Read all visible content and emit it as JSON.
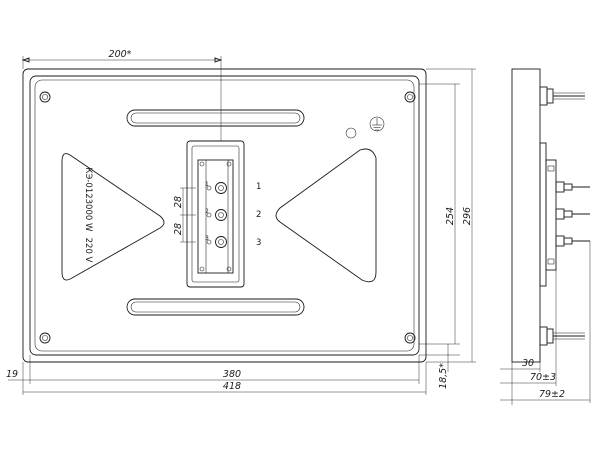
{
  "dimensions": {
    "top_offset": "200*",
    "plate_height_inner": "254",
    "plate_height_outer": "296",
    "bottom_small": "18,5*",
    "left_margin": "19",
    "inner_width": "380",
    "outer_width": "418",
    "side_30": "30",
    "side_70": "70±3",
    "side_79": "79±2",
    "terminal_pitch_1": "28",
    "terminal_pitch_2": "28"
  },
  "labels": {
    "marking_line_1": "КЭ-012",
    "marking_line_2": "3000 W",
    "marking_line_3": "220 V",
    "terminal_1": "1",
    "terminal_2": "2",
    "terminal_3": "3",
    "t_small_1": "1",
    "t_small_2": "2",
    "t_small_3": "3"
  },
  "icons": {
    "ground": "ground-symbol-icon"
  }
}
